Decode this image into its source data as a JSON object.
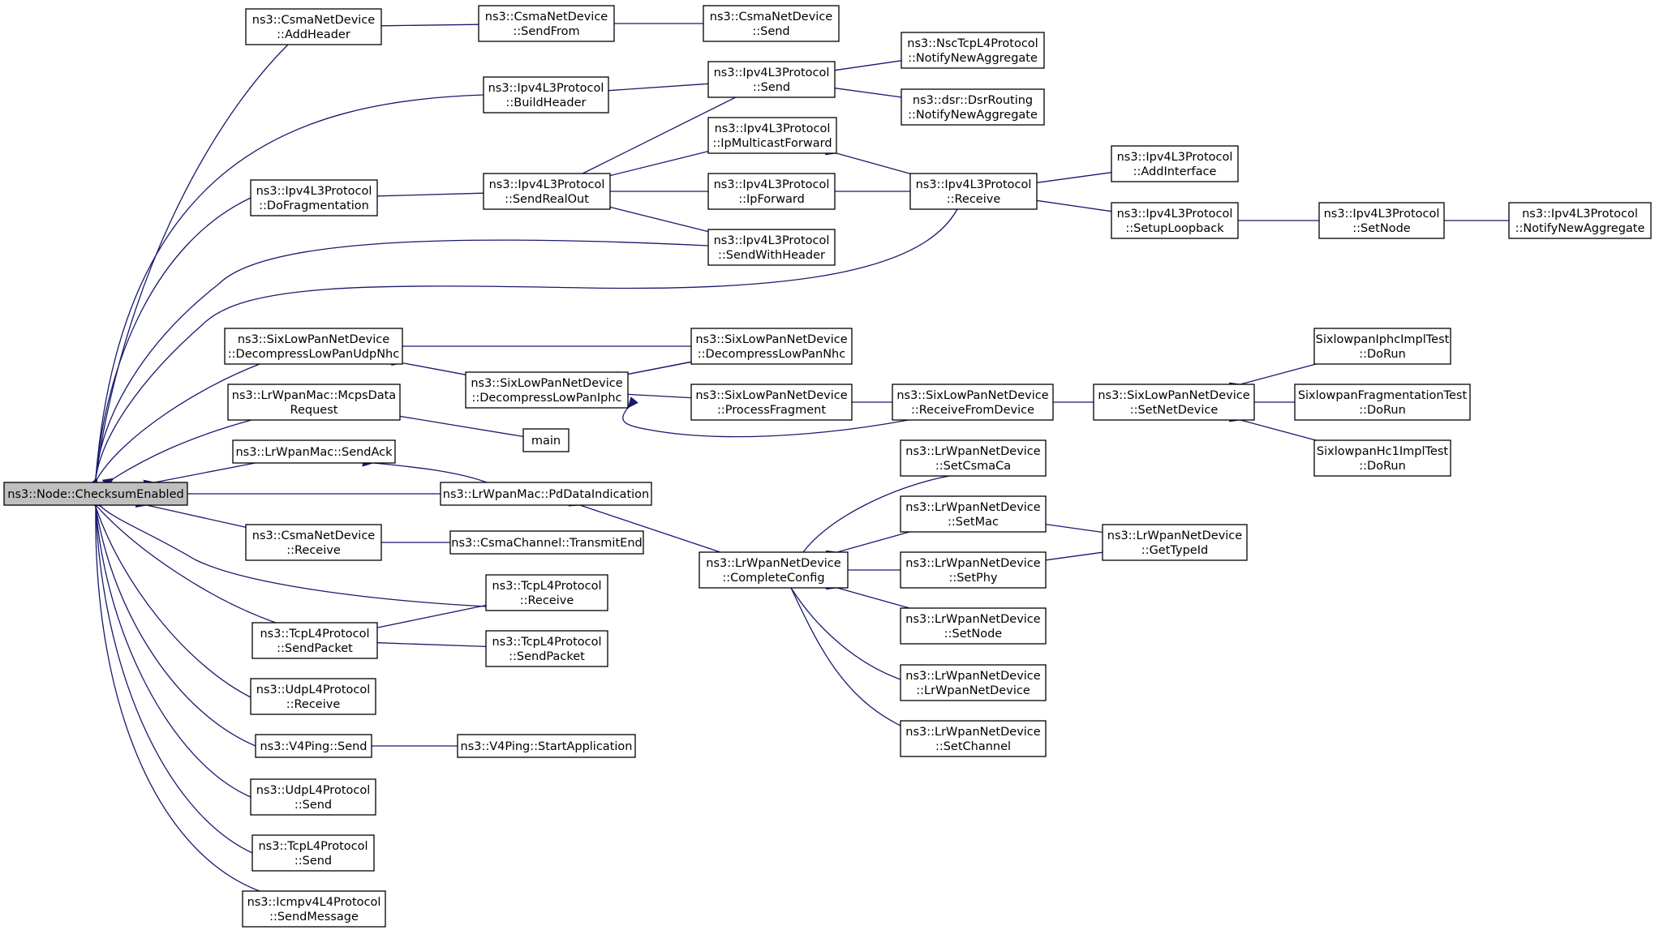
{
  "diagram": {
    "nodes": [
      {
        "id": "root",
        "lines": [
          "ns3::Node::ChecksumEnabled"
        ],
        "root": true
      },
      {
        "id": "csma_addheader",
        "lines": [
          "ns3::CsmaNetDevice",
          "::AddHeader"
        ]
      },
      {
        "id": "csma_sendfrom",
        "lines": [
          "ns3::CsmaNetDevice",
          "::SendFrom"
        ]
      },
      {
        "id": "csma_send",
        "lines": [
          "ns3::CsmaNetDevice",
          "::Send"
        ]
      },
      {
        "id": "ipv4_buildheader",
        "lines": [
          "ns3::Ipv4L3Protocol",
          "::BuildHeader"
        ]
      },
      {
        "id": "ipv4_send",
        "lines": [
          "ns3::Ipv4L3Protocol",
          "::Send"
        ]
      },
      {
        "id": "nsctcp_notify",
        "lines": [
          "ns3::NscTcpL4Protocol",
          "::NotifyNewAggregate"
        ]
      },
      {
        "id": "dsr_notify",
        "lines": [
          "ns3::dsr::DsrRouting",
          "::NotifyNewAggregate"
        ]
      },
      {
        "id": "ipv4_ipmulticast",
        "lines": [
          "ns3::Ipv4L3Protocol",
          "::IpMulticastForward"
        ]
      },
      {
        "id": "ipv4_dofrag",
        "lines": [
          "ns3::Ipv4L3Protocol",
          "::DoFragmentation"
        ]
      },
      {
        "id": "ipv4_sendrealout",
        "lines": [
          "ns3::Ipv4L3Protocol",
          "::SendRealOut"
        ]
      },
      {
        "id": "ipv4_ipforward",
        "lines": [
          "ns3::Ipv4L3Protocol",
          "::IpForward"
        ]
      },
      {
        "id": "ipv4_receive",
        "lines": [
          "ns3::Ipv4L3Protocol",
          "::Receive"
        ]
      },
      {
        "id": "ipv4_addinterface",
        "lines": [
          "ns3::Ipv4L3Protocol",
          "::AddInterface"
        ]
      },
      {
        "id": "ipv4_setuploopback",
        "lines": [
          "ns3::Ipv4L3Protocol",
          "::SetupLoopback"
        ]
      },
      {
        "id": "ipv4_setnode",
        "lines": [
          "ns3::Ipv4L3Protocol",
          "::SetNode"
        ]
      },
      {
        "id": "ipv4_notify",
        "lines": [
          "ns3::Ipv4L3Protocol",
          "::NotifyNewAggregate"
        ]
      },
      {
        "id": "ipv4_sendwithheader",
        "lines": [
          "ns3::Ipv4L3Protocol",
          "::SendWithHeader"
        ]
      },
      {
        "id": "six_udpnhc",
        "lines": [
          "ns3::SixLowPanNetDevice",
          "::DecompressLowPanUdpNhc"
        ]
      },
      {
        "id": "six_nhc",
        "lines": [
          "ns3::SixLowPanNetDevice",
          "::DecompressLowPanNhc"
        ]
      },
      {
        "id": "six_iphc",
        "lines": [
          "ns3::SixLowPanNetDevice",
          "::DecompressLowPanIphc"
        ]
      },
      {
        "id": "six_procfrag",
        "lines": [
          "ns3::SixLowPanNetDevice",
          "::ProcessFragment"
        ]
      },
      {
        "id": "six_recvfromdev",
        "lines": [
          "ns3::SixLowPanNetDevice",
          "::ReceiveFromDevice"
        ]
      },
      {
        "id": "six_setnetdev",
        "lines": [
          "ns3::SixLowPanNetDevice",
          "::SetNetDevice"
        ]
      },
      {
        "id": "test_iphc",
        "lines": [
          "SixlowpanIphcImplTest",
          "::DoRun"
        ]
      },
      {
        "id": "test_frag",
        "lines": [
          "SixlowpanFragmentationTest",
          "::DoRun"
        ]
      },
      {
        "id": "test_hc1",
        "lines": [
          "SixlowpanHc1ImplTest",
          "::DoRun"
        ]
      },
      {
        "id": "lrmac_mcps",
        "lines": [
          "ns3::LrWpanMac::McpsData",
          "Request"
        ]
      },
      {
        "id": "main",
        "lines": [
          "main"
        ]
      },
      {
        "id": "lrmac_sendack",
        "lines": [
          "ns3::LrWpanMac::SendAck"
        ]
      },
      {
        "id": "lrmac_pddata",
        "lines": [
          "ns3::LrWpanMac::PdDataIndication"
        ]
      },
      {
        "id": "lrdev_setcsmaca",
        "lines": [
          "ns3::LrWpanNetDevice",
          "::SetCsmaCa"
        ]
      },
      {
        "id": "lrdev_setmac",
        "lines": [
          "ns3::LrWpanNetDevice",
          "::SetMac"
        ]
      },
      {
        "id": "lrdev_gettypeid",
        "lines": [
          "ns3::LrWpanNetDevice",
          "::GetTypeId"
        ]
      },
      {
        "id": "lrdev_completeconfig",
        "lines": [
          "ns3::LrWpanNetDevice",
          "::CompleteConfig"
        ]
      },
      {
        "id": "lrdev_setphy",
        "lines": [
          "ns3::LrWpanNetDevice",
          "::SetPhy"
        ]
      },
      {
        "id": "lrdev_setnode",
        "lines": [
          "ns3::LrWpanNetDevice",
          "::SetNode"
        ]
      },
      {
        "id": "lrdev_ctor",
        "lines": [
          "ns3::LrWpanNetDevice",
          "::LrWpanNetDevice"
        ]
      },
      {
        "id": "lrdev_setchannel",
        "lines": [
          "ns3::LrWpanNetDevice",
          "::SetChannel"
        ]
      },
      {
        "id": "csma_receive",
        "lines": [
          "ns3::CsmaNetDevice",
          "::Receive"
        ]
      },
      {
        "id": "csmach_txend",
        "lines": [
          "ns3::CsmaChannel::TransmitEnd"
        ]
      },
      {
        "id": "tcp_receive",
        "lines": [
          "ns3::TcpL4Protocol",
          "::Receive"
        ]
      },
      {
        "id": "tcp_sendpacket",
        "lines": [
          "ns3::TcpL4Protocol",
          "::SendPacket"
        ]
      },
      {
        "id": "tcp_sendpacket2",
        "lines": [
          "ns3::TcpL4Protocol",
          "::SendPacket"
        ]
      },
      {
        "id": "udp_receive",
        "lines": [
          "ns3::UdpL4Protocol",
          "::Receive"
        ]
      },
      {
        "id": "v4ping_send",
        "lines": [
          "ns3::V4Ping::Send"
        ]
      },
      {
        "id": "v4ping_start",
        "lines": [
          "ns3::V4Ping::StartApplication"
        ]
      },
      {
        "id": "udp_send",
        "lines": [
          "ns3::UdpL4Protocol",
          "::Send"
        ]
      },
      {
        "id": "tcp_send",
        "lines": [
          "ns3::TcpL4Protocol",
          "::Send"
        ]
      },
      {
        "id": "icmp_sendmessage",
        "lines": [
          "ns3::Icmpv4L4Protocol",
          "::SendMessage"
        ]
      }
    ],
    "edges": [
      [
        "root",
        "csma_addheader"
      ],
      [
        "root",
        "ipv4_buildheader"
      ],
      [
        "root",
        "ipv4_dofrag"
      ],
      [
        "root",
        "ipv4_sendwithheader"
      ],
      [
        "root",
        "ipv4_receive"
      ],
      [
        "root",
        "six_udpnhc"
      ],
      [
        "root",
        "lrmac_mcps"
      ],
      [
        "root",
        "lrmac_sendack"
      ],
      [
        "root",
        "lrmac_pddata"
      ],
      [
        "root",
        "csma_receive"
      ],
      [
        "root",
        "tcp_receive"
      ],
      [
        "root",
        "tcp_sendpacket"
      ],
      [
        "root",
        "udp_receive"
      ],
      [
        "root",
        "v4ping_send"
      ],
      [
        "root",
        "udp_send"
      ],
      [
        "root",
        "tcp_send"
      ],
      [
        "root",
        "icmp_sendmessage"
      ],
      [
        "csma_addheader",
        "csma_sendfrom"
      ],
      [
        "csma_sendfrom",
        "csma_send"
      ],
      [
        "ipv4_buildheader",
        "ipv4_send"
      ],
      [
        "ipv4_send",
        "nsctcp_notify"
      ],
      [
        "ipv4_send",
        "dsr_notify"
      ],
      [
        "ipv4_dofrag",
        "ipv4_sendrealout"
      ],
      [
        "ipv4_sendrealout",
        "ipv4_send"
      ],
      [
        "ipv4_sendrealout",
        "ipv4_ipmulticast"
      ],
      [
        "ipv4_sendrealout",
        "ipv4_ipforward"
      ],
      [
        "ipv4_sendrealout",
        "ipv4_sendwithheader"
      ],
      [
        "ipv4_ipmulticast",
        "ipv4_receive"
      ],
      [
        "ipv4_ipforward",
        "ipv4_receive"
      ],
      [
        "ipv4_receive",
        "ipv4_addinterface"
      ],
      [
        "ipv4_receive",
        "ipv4_setuploopback"
      ],
      [
        "ipv4_setuploopback",
        "ipv4_setnode"
      ],
      [
        "ipv4_setnode",
        "ipv4_notify"
      ],
      [
        "six_udpnhc",
        "six_nhc"
      ],
      [
        "six_udpnhc",
        "six_iphc"
      ],
      [
        "six_iphc",
        "six_nhc"
      ],
      [
        "six_nhc",
        "six_iphc"
      ],
      [
        "six_iphc",
        "six_procfrag"
      ],
      [
        "six_iphc",
        "six_recvfromdev"
      ],
      [
        "six_procfrag",
        "six_recvfromdev"
      ],
      [
        "six_recvfromdev",
        "six_setnetdev"
      ],
      [
        "six_setnetdev",
        "test_iphc"
      ],
      [
        "six_setnetdev",
        "test_frag"
      ],
      [
        "six_setnetdev",
        "test_hc1"
      ],
      [
        "lrmac_mcps",
        "main"
      ],
      [
        "lrmac_sendack",
        "lrmac_pddata"
      ],
      [
        "lrmac_pddata",
        "lrdev_completeconfig"
      ],
      [
        "lrdev_completeconfig",
        "lrdev_setcsmaca"
      ],
      [
        "lrdev_completeconfig",
        "lrdev_setmac"
      ],
      [
        "lrdev_completeconfig",
        "lrdev_setphy"
      ],
      [
        "lrdev_completeconfig",
        "lrdev_setnode"
      ],
      [
        "lrdev_completeconfig",
        "lrdev_ctor"
      ],
      [
        "lrdev_completeconfig",
        "lrdev_setchannel"
      ],
      [
        "lrdev_setmac",
        "lrdev_gettypeid"
      ],
      [
        "lrdev_setphy",
        "lrdev_gettypeid"
      ],
      [
        "csma_receive",
        "csmach_txend"
      ],
      [
        "tcp_sendpacket",
        "tcp_receive"
      ],
      [
        "tcp_sendpacket",
        "tcp_sendpacket2"
      ],
      [
        "v4ping_send",
        "v4ping_start"
      ]
    ]
  }
}
